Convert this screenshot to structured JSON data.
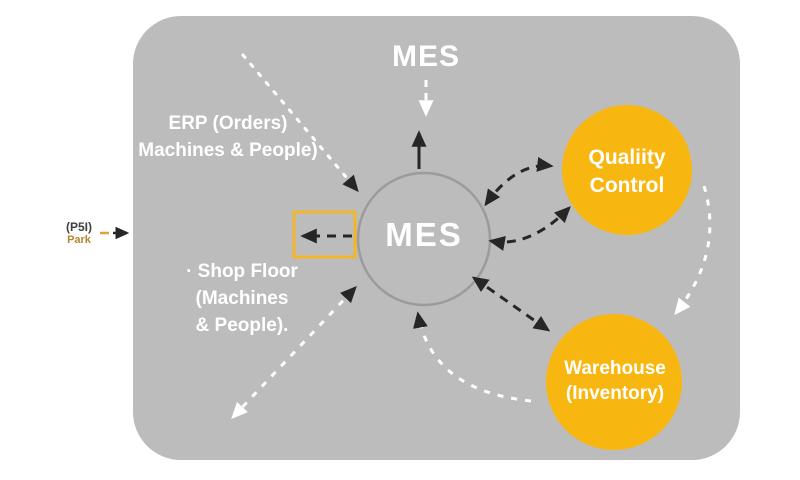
{
  "diagram": {
    "title": "MES",
    "center_node": {
      "label": "MES"
    },
    "external": {
      "code": "(P5I)",
      "name": "Park"
    },
    "labels": {
      "erp": {
        "line1": "ERP (Orders)",
        "line2": "Machines & People)"
      },
      "shop_floor": {
        "line1": "· Shop Floor (Machines",
        "line2": "& People)."
      }
    },
    "nodes": {
      "quality": {
        "line1": "Qualiity",
        "line2": "Control"
      },
      "warehouse": {
        "line1": "Warehouse",
        "line2": "(Inventory)"
      }
    },
    "colors": {
      "panel_bg": "#bcbcbc",
      "node_yellow": "#f8b611",
      "circle_stroke": "#9b9b9b",
      "arrow_dark": "#262626",
      "arrow_white": "#ffffff",
      "rect_yellow": "#f2b62b",
      "external_accent": "#d9a43c"
    }
  }
}
